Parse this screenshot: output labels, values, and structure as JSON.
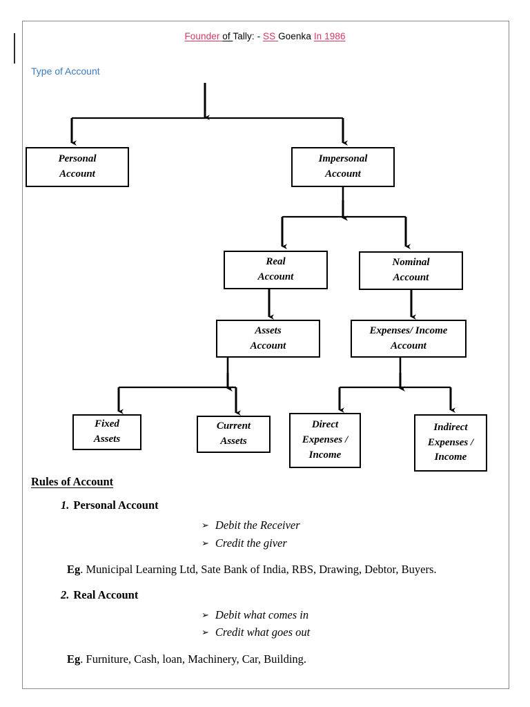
{
  "document": {
    "title_parts": [
      {
        "text": "Founder ",
        "style": "red-underline"
      },
      {
        "text": "of ",
        "style": "black-underline"
      },
      {
        "text": "Tally: - ",
        "style": "black"
      },
      {
        "text": "SS ",
        "style": "red-underline"
      },
      {
        "text": "Goenka ",
        "style": "black"
      },
      {
        "text": "In 1986",
        "style": "red-underline"
      }
    ],
    "title_plain": "Founder of Tally: - SS Goenka In 1986",
    "section_heading": "Type of Account",
    "colors": {
      "title_accent": "#D9365E",
      "section_heading": "#3A7AC4",
      "page_border": "#8A8A8A",
      "node_border": "#000000"
    }
  },
  "chart_data": {
    "type": "diagram",
    "title": "Type of Account",
    "nodes": [
      {
        "id": "personal",
        "lines": [
          "Personal",
          "Account"
        ],
        "level": 1
      },
      {
        "id": "impersonal",
        "lines": [
          "Impersonal",
          "Account"
        ],
        "level": 1
      },
      {
        "id": "real",
        "lines": [
          "Real",
          "Account"
        ],
        "level": 2
      },
      {
        "id": "nominal",
        "lines": [
          "Nominal",
          "Account"
        ],
        "level": 2
      },
      {
        "id": "assets",
        "lines": [
          "Assets",
          "Account"
        ],
        "level": 3
      },
      {
        "id": "expinc",
        "lines": [
          "Expenses/ Income",
          "Account"
        ],
        "level": 3
      },
      {
        "id": "fixed",
        "lines": [
          "Fixed",
          "Assets"
        ],
        "level": 4
      },
      {
        "id": "current",
        "lines": [
          "Current",
          "Assets"
        ],
        "level": 4
      },
      {
        "id": "direct",
        "lines": [
          "Direct",
          "Expenses /",
          "Income"
        ],
        "level": 4
      },
      {
        "id": "indirect",
        "lines": [
          "Indirect",
          "Expenses /",
          "Income"
        ],
        "level": 4
      }
    ],
    "edges": [
      {
        "from": "root",
        "to": "personal"
      },
      {
        "from": "root",
        "to": "impersonal"
      },
      {
        "from": "impersonal",
        "to": "real"
      },
      {
        "from": "impersonal",
        "to": "nominal"
      },
      {
        "from": "real",
        "to": "assets"
      },
      {
        "from": "nominal",
        "to": "expinc"
      },
      {
        "from": "assets",
        "to": "fixed"
      },
      {
        "from": "assets",
        "to": "current"
      },
      {
        "from": "expinc",
        "to": "direct"
      },
      {
        "from": "expinc",
        "to": "indirect"
      }
    ]
  },
  "rules": {
    "heading": "Rules of Account",
    "items": [
      {
        "number": "1.",
        "title": "Personal Account",
        "bullets": [
          "Debit the Receiver",
          "Credit the giver"
        ],
        "example_label": "Eg",
        "example_text": ". Municipal Learning Ltd, Sate Bank of India, RBS, Drawing, Debtor, Buyers."
      },
      {
        "number": "2.",
        "title": "Real Account",
        "bullets": [
          "Debit what comes in",
          "Credit what goes out"
        ],
        "example_label": "Eg",
        "example_text": ".  Furniture, Cash, loan, Machinery, Car, Building."
      }
    ],
    "bullet_glyph": "➢"
  }
}
